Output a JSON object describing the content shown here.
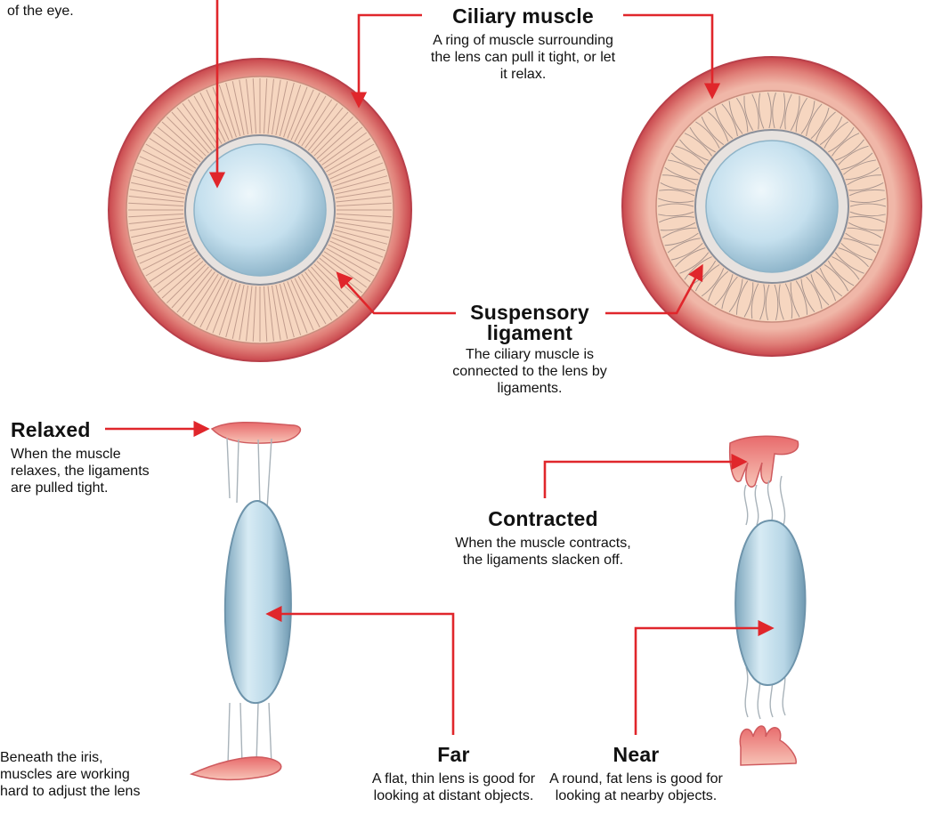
{
  "labels": {
    "partial_top": {
      "text": "of the eye."
    },
    "ciliary_muscle": {
      "title": "Ciliary muscle",
      "desc": "A ring of muscle surrounding the lens can pull it tight, or let it relax."
    },
    "suspensory_ligament": {
      "title": "Suspensory ligament",
      "desc": "The ciliary muscle is connected to the lens by ligaments."
    },
    "relaxed": {
      "title": "Relaxed",
      "desc": "When the muscle relaxes, the ligaments are pulled tight."
    },
    "contracted": {
      "title": "Contracted",
      "desc": "When the muscle contracts, the ligaments slacken off."
    },
    "far": {
      "title": "Far",
      "desc": "A flat, thin lens is good for looking at distant objects."
    },
    "near": {
      "title": "Near",
      "desc": "A round, fat lens is good for looking at nearby objects."
    },
    "partial_bottom": {
      "text": "Beneath the iris, muscles are working hard to adjust the lens"
    }
  },
  "colors": {
    "arrow": "#e0262b",
    "muscle": "#d85a5e",
    "ligament_zone": "#f2c9ae",
    "lens": "#c9e3f0"
  }
}
